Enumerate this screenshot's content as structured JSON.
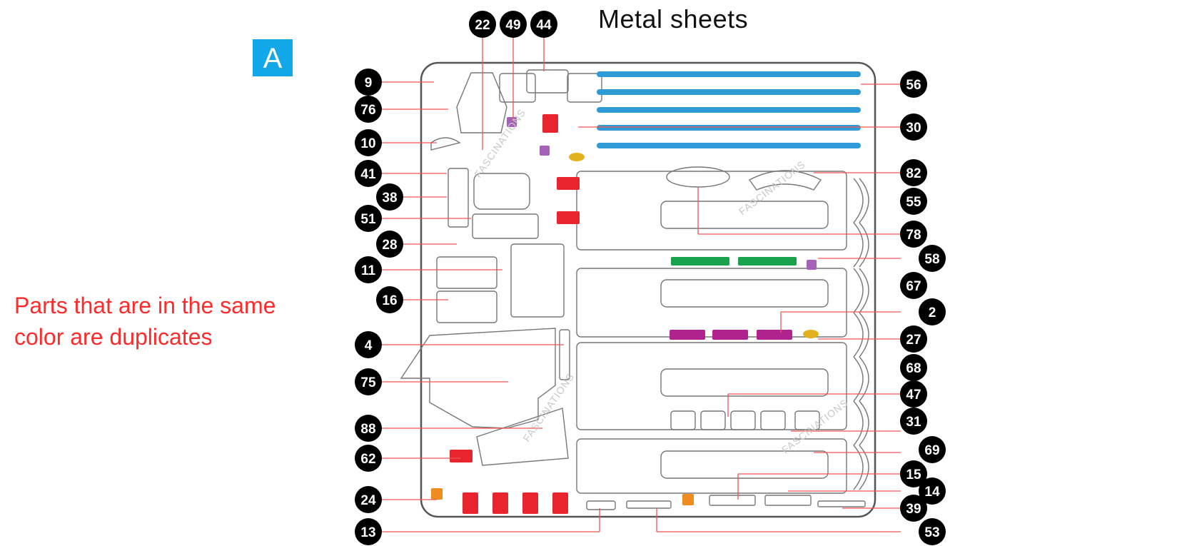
{
  "title": "Metal sheets",
  "sheet_label": "A",
  "note_lines": [
    "Parts that are in the same",
    "color are duplicates"
  ],
  "watermark": "FASCINATIONS",
  "colors": {
    "blue": "#2e9bd6",
    "red": "#e8252e",
    "green": "#1aa14b",
    "magenta": "#b0238e",
    "lavender": "#a463b8",
    "orange": "#f08b1f",
    "yellow": "#e2b21e",
    "leader": "#f25555",
    "callout": "#000000"
  },
  "callouts_left": [
    "9",
    "76",
    "10",
    "41",
    "38",
    "51",
    "28",
    "11",
    "16",
    "4",
    "75",
    "88",
    "62",
    "24",
    "13"
  ],
  "callouts_top": [
    "22",
    "49",
    "44"
  ],
  "callouts_right": [
    "56",
    "30",
    "82",
    "55",
    "78",
    "58",
    "67",
    "2",
    "27",
    "68",
    "47",
    "31",
    "69",
    "15",
    "14",
    "39",
    "53"
  ]
}
